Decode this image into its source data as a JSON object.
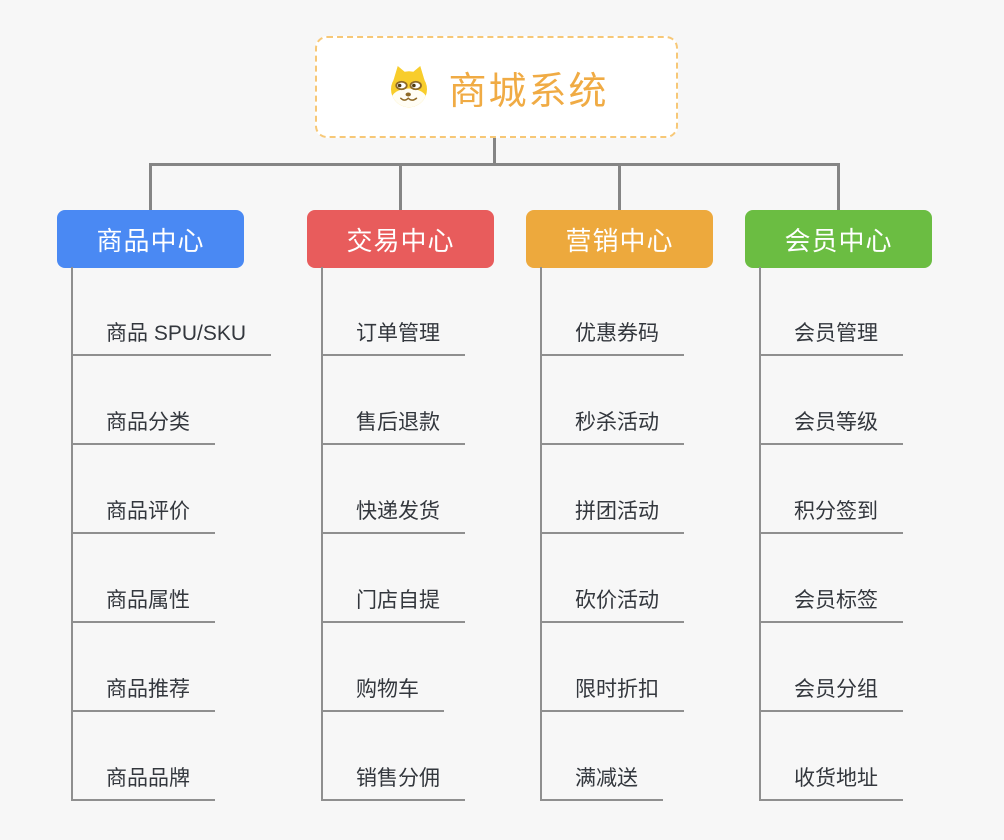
{
  "page": {
    "background": "#f7f7f7",
    "connector_color": "#858585"
  },
  "root": {
    "title": "商城系统",
    "icon": "doge-icon",
    "text_color": "#f0ab44",
    "border_color": "#f7c877"
  },
  "branches": [
    {
      "label": "商品中心",
      "color": "#4a89f3",
      "children": [
        "商品 SPU/SKU",
        "商品分类",
        "商品评价",
        "商品属性",
        "商品推荐",
        "商品品牌"
      ]
    },
    {
      "label": "交易中心",
      "color": "#e85c5c",
      "children": [
        "订单管理",
        "售后退款",
        "快递发货",
        "门店自提",
        "购物车",
        "销售分佣"
      ]
    },
    {
      "label": "营销中心",
      "color": "#eda93d",
      "children": [
        "优惠券码",
        "秒杀活动",
        "拼团活动",
        "砍价活动",
        "限时折扣",
        "满减送"
      ]
    },
    {
      "label": "会员中心",
      "color": "#6bbd42",
      "children": [
        "会员管理",
        "会员等级",
        "积分签到",
        "会员标签",
        "会员分组",
        "收货地址"
      ]
    }
  ]
}
